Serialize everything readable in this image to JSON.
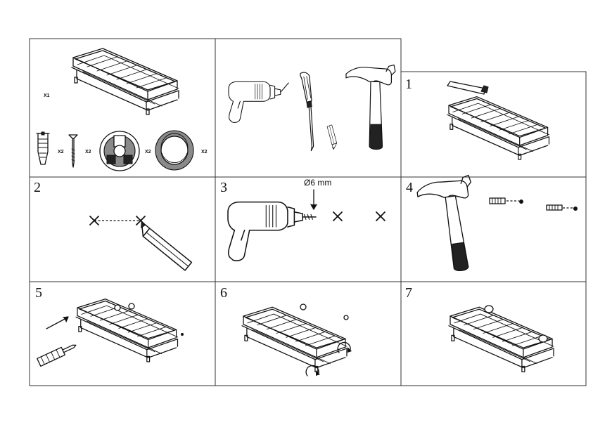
{
  "panels": {
    "parts": {
      "rack_qty": "X1",
      "anchor_qty": "X2",
      "screw_qty": "X2",
      "bracket_qty": "X2",
      "cap_qty": "X2"
    },
    "tools": {},
    "step1": {
      "number": "1"
    },
    "step2": {
      "number": "2"
    },
    "step3": {
      "number": "3",
      "drill_size": "Ø6 mm"
    },
    "step4": {
      "number": "4"
    },
    "step5": {
      "number": "5"
    },
    "step6": {
      "number": "6"
    },
    "step7": {
      "number": "7"
    }
  },
  "icons": [
    "rack-icon",
    "wall-anchor-icon",
    "screw-icon",
    "mounting-bracket-icon",
    "end-cap-icon",
    "drill-icon",
    "screwdriver-icon",
    "pencil-icon",
    "hammer-icon",
    "cross-mark-icon",
    "rotate-arrow-icon",
    "arrow-icon"
  ],
  "colors": {
    "line": "#111111",
    "grid": "#333333",
    "background": "#ffffff",
    "fill_gray": "#8a8a8a"
  }
}
